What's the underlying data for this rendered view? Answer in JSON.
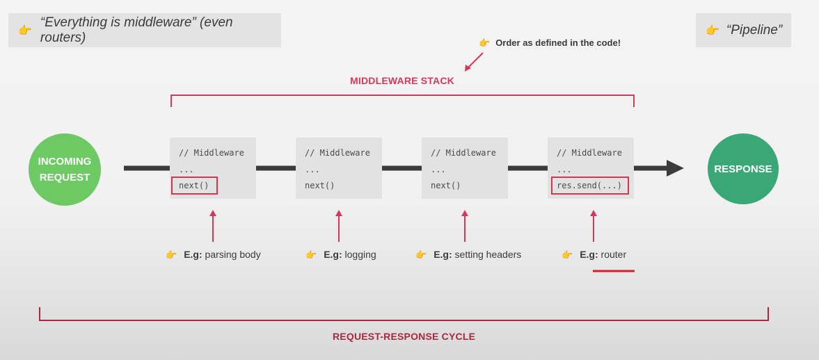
{
  "notes": {
    "middleware_note": "“Everything is middleware” (even routers)",
    "pipeline_note": "“Pipeline”",
    "order_note": "Order as defined in the code!"
  },
  "icons": {
    "hand": "hand-pointing-right-icon"
  },
  "colors": {
    "accent_red": "#d4395a",
    "incoming_green": "#6cc963",
    "response_green": "#3aa876"
  },
  "stack_label": "MIDDLEWARE STACK",
  "cycle_label": "REQUEST-RESPONSE CYCLE",
  "incoming": {
    "line1": "INCOMING",
    "line2": "REQUEST"
  },
  "response": "RESPONSE",
  "middlewares": [
    {
      "comment": "// Middleware",
      "dots": "...",
      "call": "next()",
      "example_prefix": "E.g:",
      "example": "parsing body"
    },
    {
      "comment": "// Middleware",
      "dots": "...",
      "call": "next()",
      "example_prefix": "E.g:",
      "example": "logging"
    },
    {
      "comment": "// Middleware",
      "dots": "...",
      "call": "next()",
      "example_prefix": "E.g:",
      "example": "setting headers"
    },
    {
      "comment": "// Middleware",
      "dots": "...",
      "call": "res.send(...)",
      "example_prefix": "E.g:",
      "example": "router"
    }
  ]
}
